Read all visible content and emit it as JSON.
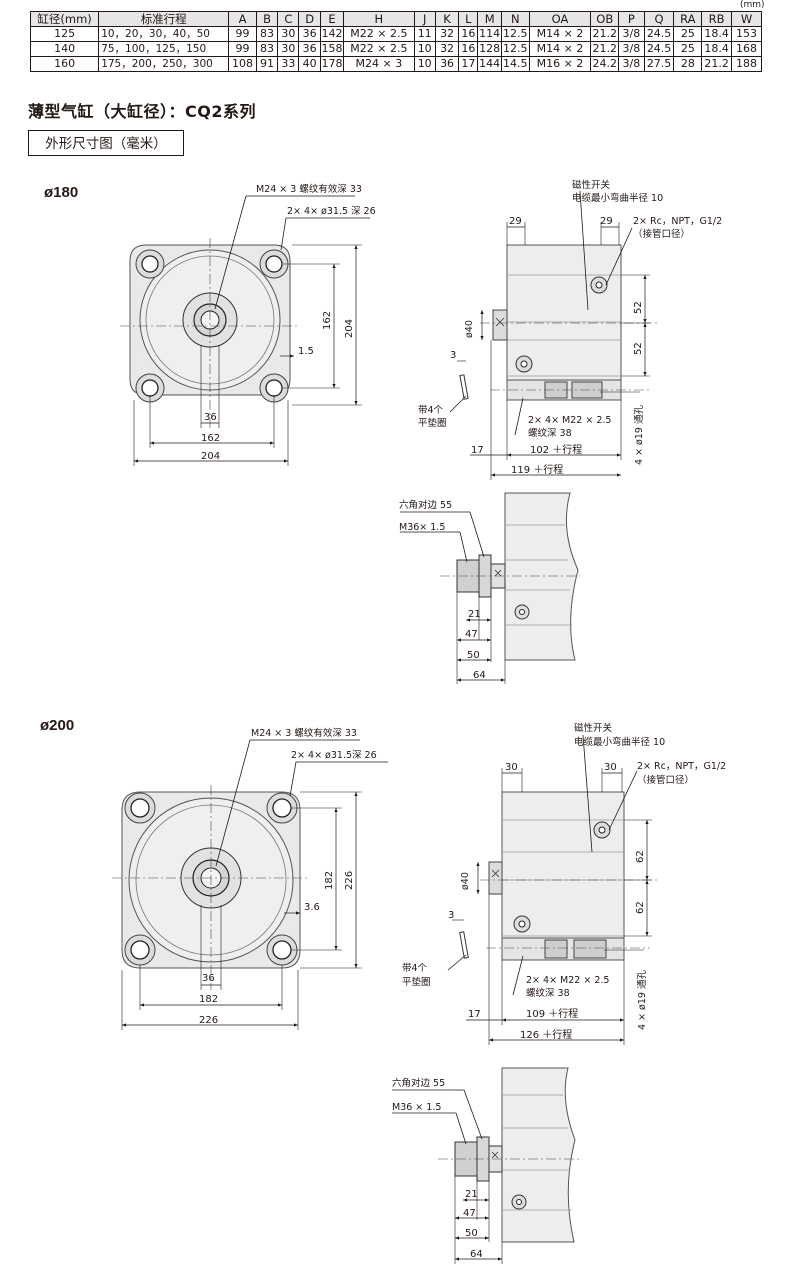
{
  "unit": "(mm)",
  "table": {
    "headers": [
      "缸径(mm)",
      "标准行程",
      "A",
      "B",
      "C",
      "D",
      "E",
      "H",
      "J",
      "K",
      "L",
      "M",
      "N",
      "OA",
      "OB",
      "P",
      "Q",
      "RA",
      "RB",
      "W"
    ],
    "rows": [
      [
        "125",
        "10，20，30，40，50",
        "99",
        "83",
        "30",
        "36",
        "142",
        "M22 × 2.5",
        "11",
        "32",
        "16",
        "114",
        "12.5",
        "M14 × 2",
        "21.2",
        "3/8",
        "24.5",
        "25",
        "18.4",
        "153"
      ],
      [
        "140",
        "75，100，125，150",
        "99",
        "83",
        "30",
        "36",
        "158",
        "M22 × 2.5",
        "10",
        "32",
        "16",
        "128",
        "12.5",
        "M14 × 2",
        "21.2",
        "3/8",
        "24.5",
        "25",
        "18.4",
        "168"
      ],
      [
        "160",
        "175，200，250，300",
        "108",
        "91",
        "33",
        "40",
        "178",
        "M24 × 3",
        "10",
        "36",
        "17",
        "144",
        "14.5",
        "M16 × 2",
        "24.2",
        "3/8",
        "27.5",
        "28",
        "21.2",
        "188"
      ]
    ]
  },
  "series_title": "薄型气缸（大缸径）：CQ2系列",
  "drawing_label": "外形尺寸图（毫米）",
  "sections": [
    {
      "size": "ø180",
      "front": {
        "thread_note": "M24 × 3 螺纹有效深 33",
        "counterbore_note": "2× 4× ø31.5 深 26",
        "dim_pcd_vertical": "162",
        "dim_width_vertical": "204",
        "dim_gap": "1.5",
        "dim_rod": "36",
        "dim_pcd": "162",
        "dim_width": "204"
      },
      "side": {
        "switch_note": "磁性开关",
        "cable_note": "电缆最小弯曲半径 10",
        "port_note": "2× Rc，NPT，G1/2",
        "port_sub": "（接管口径）",
        "dim_left": "29",
        "dim_right": "29",
        "dim_rod_dia": "ø40",
        "dim_upper": "52",
        "dim_lower": "52",
        "dim_washer": "3",
        "washer_note_1": "带4个",
        "washer_note_2": "平垫圈",
        "tap_note": "2× 4× M22 × 2.5",
        "tap_depth": "螺纹深 38",
        "through_hole": "4 × ø19 通孔",
        "dim_17": "17",
        "dim_stroke1": "102 ＋行程",
        "dim_stroke2": "119 ＋行程"
      },
      "rod_end": {
        "hex_note": "六角对边 55",
        "thread_note": "M36× 1.5",
        "dim_21": "21",
        "dim_47": "47",
        "dim_50": "50",
        "dim_64": "64"
      }
    },
    {
      "size": "ø200",
      "front": {
        "thread_note": "M24 × 3 螺纹有效深 33",
        "counterbore_note": "2× 4× ø31.5深 26",
        "dim_pcd_vertical": "182",
        "dim_width_vertical": "226",
        "dim_gap": "3.6",
        "dim_rod": "36",
        "dim_pcd": "182",
        "dim_width": "226"
      },
      "side": {
        "switch_note": "磁性开关",
        "cable_note": "电缆最小弯曲半径 10",
        "port_note": "2× Rc，NPT，G1/2",
        "port_sub": "（接管口径）",
        "dim_left": "30",
        "dim_right": "30",
        "dim_rod_dia": "ø40",
        "dim_upper": "62",
        "dim_lower": "62",
        "dim_washer": "3",
        "washer_note_1": "带4个",
        "washer_note_2": "平垫圈",
        "tap_note": "2× 4× M22 × 2.5",
        "tap_depth": "螺纹深 38",
        "through_hole": "4 × ø19 通孔",
        "dim_17": "17",
        "dim_stroke1": "109 ＋行程",
        "dim_stroke2": "126 ＋行程"
      },
      "rod_end": {
        "hex_note": "六角对边 55",
        "thread_note": "M36 × 1.5",
        "dim_21": "21",
        "dim_47": "47",
        "dim_50": "50",
        "dim_64": "64"
      }
    }
  ]
}
